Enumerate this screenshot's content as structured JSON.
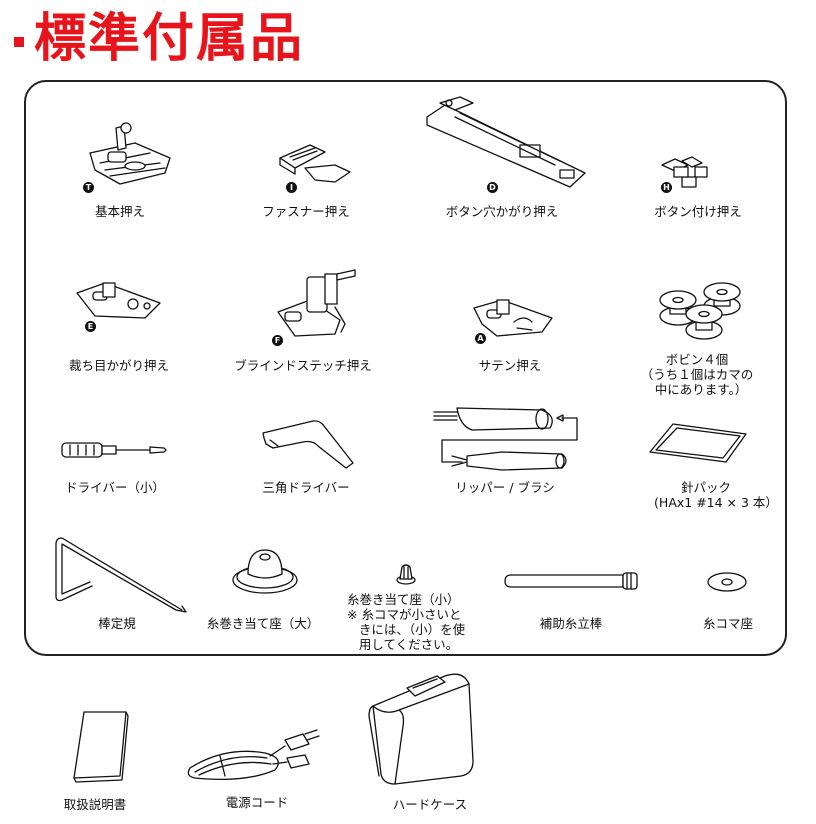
{
  "title": "標準付属品",
  "colors": {
    "title": "#e8141b",
    "line": "#111111"
  },
  "panel_items": [
    {
      "id": "basic-foot",
      "label": "基本押え",
      "badge": "T"
    },
    {
      "id": "zipper-foot",
      "label": "ファスナー押え",
      "badge": "I"
    },
    {
      "id": "buttonhole-foot",
      "label": "ボタン穴かがり押え",
      "badge": "D"
    },
    {
      "id": "button-sewing-foot",
      "label": "ボタン付け押え",
      "badge": "H"
    },
    {
      "id": "overcasting-foot",
      "label": "裁ち目かがり押え",
      "badge": "E"
    },
    {
      "id": "blind-stitch-foot",
      "label": "ブラインドステッチ押え",
      "badge": "F"
    },
    {
      "id": "satin-foot",
      "label": "サテン押え",
      "badge": "A"
    },
    {
      "id": "bobbins",
      "label": "ボビン４個",
      "note": "（うち１個はカマの\n  中にあります。）"
    },
    {
      "id": "screwdriver-small",
      "label": "ドライバー（小）"
    },
    {
      "id": "triangle-screwdriver",
      "label": "三角ドライバー"
    },
    {
      "id": "ripper-brush",
      "label": "リッパー / ブラシ"
    },
    {
      "id": "needle-pack",
      "label": "針パック",
      "note": "(HAx1 #14 × 3 本）"
    },
    {
      "id": "bar-guide",
      "label": "棒定規"
    },
    {
      "id": "spool-cap-large",
      "label": "糸巻き当て座（大）"
    },
    {
      "id": "spool-cap-small",
      "label": "糸巻き当て座（小）",
      "note": "※ 糸コマが小さいと\n   きには、（小）を使\n   用してください。"
    },
    {
      "id": "aux-spool-pin",
      "label": "補助糸立棒"
    },
    {
      "id": "spool-felt",
      "label": "糸コマ座"
    }
  ],
  "outside_items": [
    {
      "id": "manual",
      "label": "取扱説明書"
    },
    {
      "id": "power-cord",
      "label": "電源コード"
    },
    {
      "id": "hard-case",
      "label": "ハードケース"
    }
  ]
}
